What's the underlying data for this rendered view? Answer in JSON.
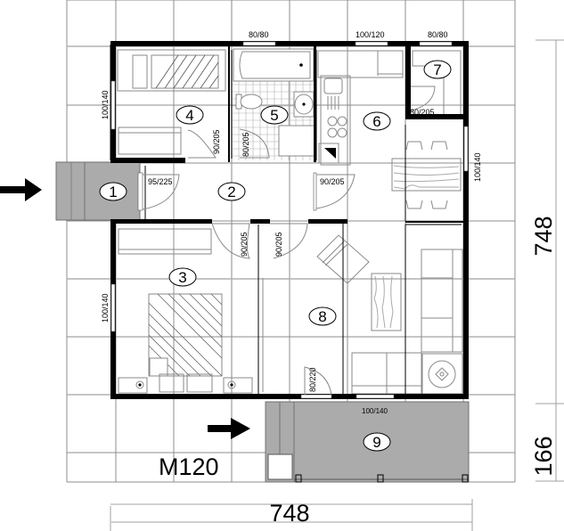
{
  "title": "M120",
  "dimensions": {
    "width": "748",
    "depth": "748",
    "terrace_depth": "166"
  },
  "colors": {
    "wall": "#000000",
    "grid": "#8c8c8c",
    "terrace_fill": "#ababab",
    "furniture": "#8a8a8a"
  },
  "rooms": [
    {
      "number": "1",
      "label_id": "entrance-porch"
    },
    {
      "number": "2",
      "label_id": "hallway"
    },
    {
      "number": "3",
      "label_id": "master-bedroom"
    },
    {
      "number": "4",
      "label_id": "bedroom"
    },
    {
      "number": "5",
      "label_id": "bathroom"
    },
    {
      "number": "6",
      "label_id": "kitchen"
    },
    {
      "number": "7",
      "label_id": "storage"
    },
    {
      "number": "8",
      "label_id": "living-room"
    },
    {
      "number": "9",
      "label_id": "terrace"
    }
  ],
  "openings": {
    "win_bath_top": "80/80",
    "win_kitchen_top": "100/120",
    "win_storage_top": "80/80",
    "win_bedroom4_left": "100/140",
    "door_bedroom4": "90/205",
    "door_bath": "80/205",
    "door_storage": "80/205",
    "door_entrance": "95/225",
    "door_hall_living": "90/205",
    "win_dining_right": "100/140",
    "door_bedroom3": "90/205",
    "door_living": "90/205",
    "win_bedroom3_left": "100/140",
    "door_terrace": "80/220",
    "win_terrace": "100/140"
  }
}
